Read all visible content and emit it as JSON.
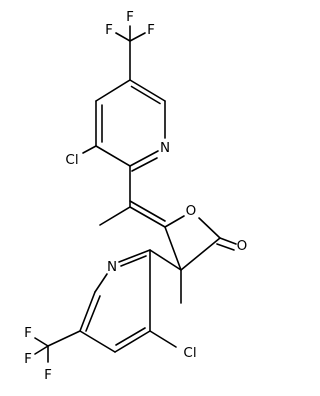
{
  "molecule": {
    "atoms": {
      "f_top_a": "F",
      "f_top_b": "F",
      "f_top_c": "F",
      "cl_top": "Cl",
      "n_top": "N",
      "o_ring": "O",
      "o_carbonyl": "O",
      "n_bottom": "N",
      "cl_bottom": "Cl",
      "f_bot_a": "F",
      "f_bot_b": "F",
      "f_bot_c": "F"
    }
  }
}
